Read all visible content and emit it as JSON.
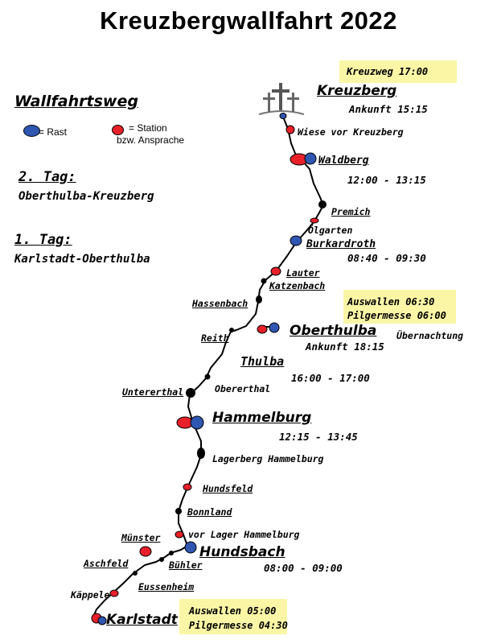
{
  "title": "Kreuzbergwallfahrt 2022",
  "legend": {
    "heading": "Wallfahrtsweg",
    "rast": "= Rast",
    "station_line1": "= Station",
    "station_line2": "bzw. Ansprache",
    "colors": {
      "rast": "#2f56b0",
      "station": "#e8202a",
      "waypoint": "#000000"
    }
  },
  "days": {
    "day2_heading": "2. Tag:",
    "day2_route": "Oberthulba-Kreuzberg",
    "day1_heading": "1. Tag:",
    "day1_route": "Karlstadt-Oberthulba"
  },
  "boxes": {
    "kreuzberg": {
      "line1": "Kreuzweg 17:00"
    },
    "oberthulba": {
      "line1": "Auswallen 06:30",
      "line2": "Pilgermesse 06:00"
    },
    "karlstadt": {
      "line1": "Auswallen  05:00",
      "line2": "Pilgermesse 04:30"
    }
  },
  "places": {
    "kreuzberg": "Kreuzberg",
    "kreuzberg_time": "Ankunft 15:15",
    "wiese": "Wiese vor Kreuzberg",
    "waldberg": "Waldberg",
    "waldberg_time": "12:00 - 13:15",
    "premich": "Premich",
    "oelgarten": "Ölgarten",
    "burkardroth": "Burkardroth",
    "burkardroth_time": "08:40 - 09:30",
    "lauter": "Lauter",
    "katzenbach": "Katzenbach",
    "hassenbach": "Hassenbach",
    "reith": "Reith",
    "oberthulba": "Oberthulba",
    "uebernachtung": "Übernachtung",
    "oberthulba_time": "Ankunft 18:15",
    "thulba": "Thulba",
    "thulba_time": "16:00 - 17:00",
    "untererthal": "Untererthal",
    "obererthal": "Obererthal",
    "hammelburg": "Hammelburg",
    "hammelburg_time": "12:15 - 13:45",
    "lagerberg": "Lagerberg Hammelburg",
    "hundsfeld": "Hundsfeld",
    "bonnland": "Bonnland",
    "lager": "vor Lager Hammelburg",
    "muenster": "Münster",
    "hundsbach": "Hundsbach",
    "hundsbach_time": "08:00 - 09:00",
    "buehler": "Bühler",
    "aschfeld": "Aschfeld",
    "eussenheim": "Eussenheim",
    "kaeppele": "Käppele",
    "karlstadt": "Karlstadt"
  }
}
